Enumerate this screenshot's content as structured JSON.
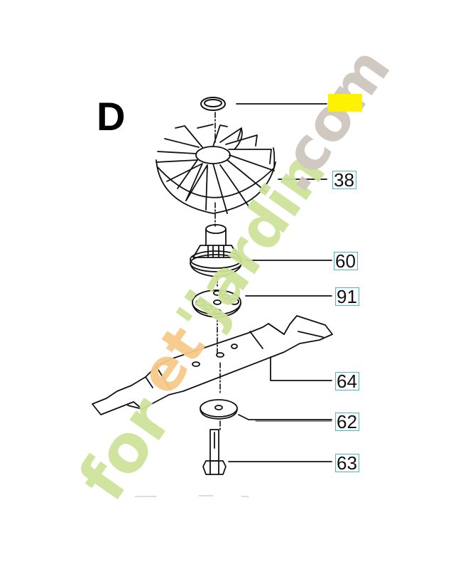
{
  "diagram": {
    "section_letter": "D",
    "watermark": {
      "text": "foretjardin.com",
      "part_green": "for",
      "part_orange": "et",
      "part_green2": "'jardin",
      "part_gray": ".com",
      "colors": {
        "green": "#cfe39a",
        "orange": "#f8c98a",
        "gray": "#cdc7be"
      }
    },
    "highlight_color": "#fff200",
    "label_border_color": "#4fb6c8",
    "callouts": [
      {
        "id": "washer-top",
        "label": "",
        "highlighted": true,
        "part": "top washer ring"
      },
      {
        "id": "38",
        "label": "38",
        "part": "cooling fan"
      },
      {
        "id": "60",
        "label": "60",
        "part": "blade hub / adapter"
      },
      {
        "id": "91",
        "label": "91",
        "part": "blade support plate"
      },
      {
        "id": "64",
        "label": "64",
        "part": "mower blade"
      },
      {
        "id": "62",
        "label": "62",
        "part": "washer"
      },
      {
        "id": "63",
        "label": "63",
        "part": "blade bolt"
      }
    ]
  }
}
